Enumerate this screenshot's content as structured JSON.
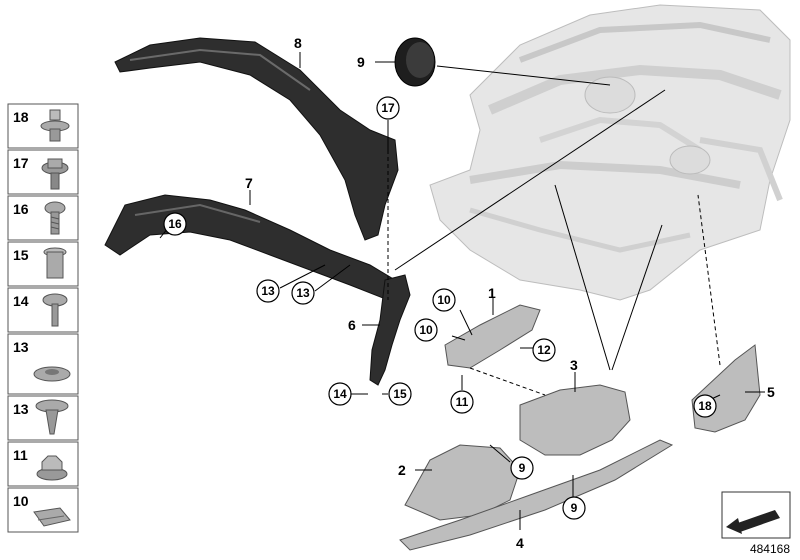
{
  "diagram_number": "484168",
  "legend": [
    {
      "number": "18",
      "part": "push-rivet-icon"
    },
    {
      "number": "17",
      "part": "hex-collar-screw-icon"
    },
    {
      "number": "16",
      "part": "torx-screw-icon"
    },
    {
      "number": "15",
      "part": "expanding-nut-icon"
    },
    {
      "number": "14",
      "part": "pan-head-screw-icon"
    },
    {
      "number": "13",
      "part": "flat-nut-icon"
    },
    {
      "number": "13",
      "part": "plastic-screw-icon"
    },
    {
      "number": "11",
      "part": "hex-nut-icon"
    },
    {
      "number": "10",
      "part": "spring-nut-icon"
    }
  ],
  "callouts": {
    "c8": "8",
    "c9_top": "9",
    "c17": "17",
    "c7": "7",
    "c16": "16",
    "c13a": "13",
    "c13b": "13",
    "c6": "6",
    "c14": "14",
    "c15": "15",
    "c1": "1",
    "c10a": "10",
    "c10b": "10",
    "c12": "12",
    "c11": "11",
    "c3": "3",
    "c2": "2",
    "c9a": "9",
    "c9b": "9",
    "c4": "4",
    "c18": "18",
    "c5": "5"
  },
  "colors": {
    "part_dark": "#2e2e2e",
    "part_grey": "#bdbdbd",
    "body_light": "#e6e6e6"
  }
}
